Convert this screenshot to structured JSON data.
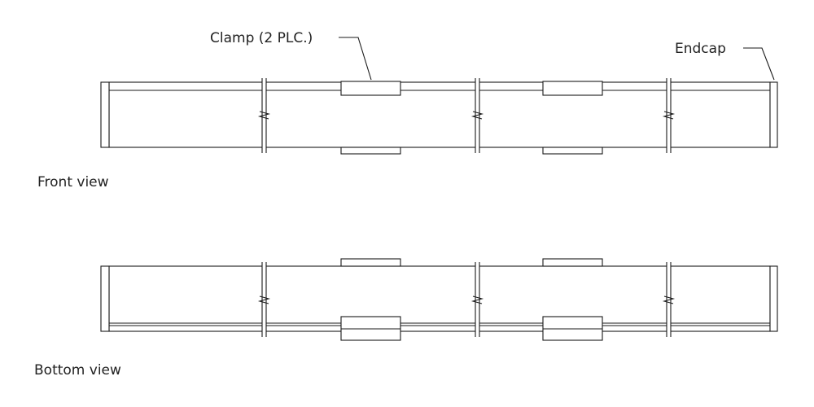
{
  "callouts": {
    "clamp": "Clamp (2 PLC.)",
    "endcap": "Endcap"
  },
  "views": {
    "front": "Front view",
    "bottom": "Bottom view"
  },
  "colors": {
    "line": "#1a1a1a",
    "text": "#222222",
    "background": "#ffffff"
  }
}
